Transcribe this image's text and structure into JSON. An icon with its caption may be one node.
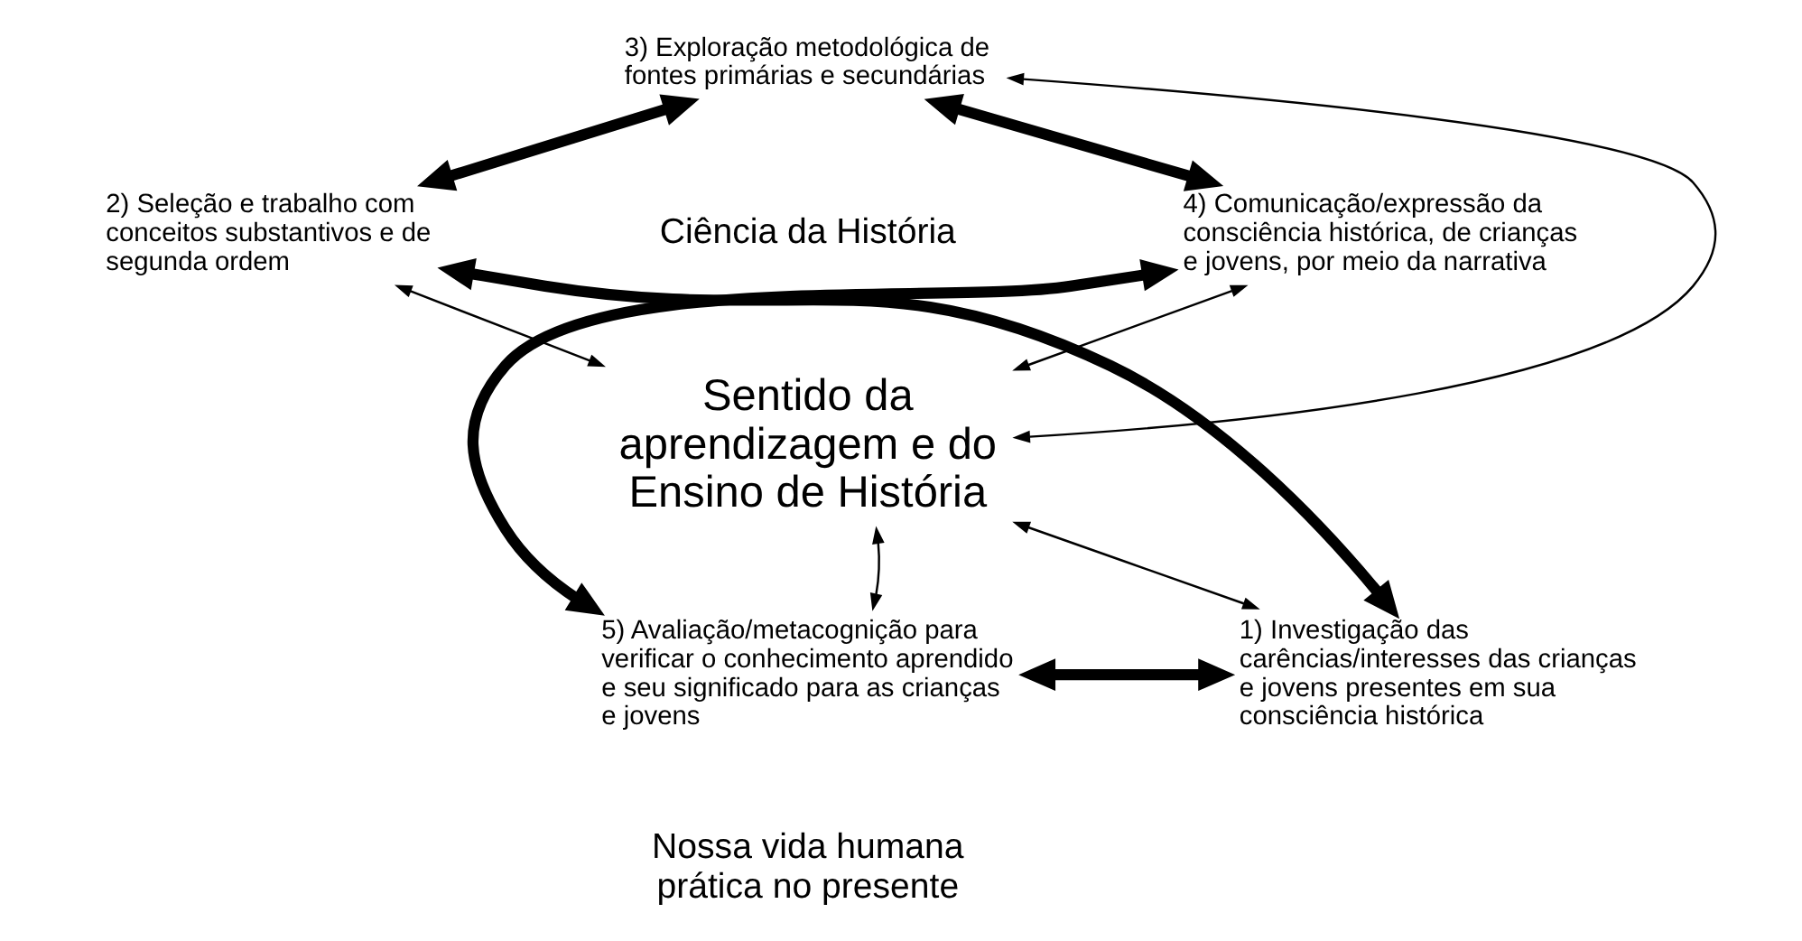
{
  "diagram": {
    "nodes": [
      {
        "text": [
          "3) Exploração metodológica de fontes primárias e secundárias"
        ]
      },
      {
        "text": [
          "2) Seleção e trabalho com conceitos substantivos e de segunda ordem"
        ]
      },
      {
        "text": [
          "4) Comunicação/expressão da consciência histórica, de crianças e jovens, por meio da narrativa"
        ]
      },
      {
        "text": [
          "Sentido da aprendizagem e do Ensino de História"
        ]
      },
      {
        "text": [
          "1) Investigação das carências/interesses das crianças e jovens presentes em sua consciência histórica"
        ]
      },
      {
        "text": [
          "5) Avaliação/metacognição para verificar o conhecimento aprendido e seu significado para as crianças e jovens"
        ]
      }
    ],
    "edges": [
      {
        "from": 1,
        "to": 0,
        "arrow": "both",
        "style": "thick"
      },
      {
        "from": 0,
        "to": 2,
        "arrow": "both",
        "style": "thick"
      },
      {
        "from": 1,
        "to": 4,
        "arrow": "both",
        "style": "thick"
      },
      {
        "from": 2,
        "to": 5,
        "arrow": "both",
        "style": "thick"
      },
      {
        "from": 4,
        "to": 5,
        "arrow": "both",
        "style": "thick"
      },
      {
        "from": 3,
        "to": 0,
        "arrow": "both"
      },
      {
        "from": 3,
        "to": 1,
        "arrow": "both"
      },
      {
        "from": 3,
        "to": 2,
        "arrow": "both"
      },
      {
        "from": 3,
        "to": 4,
        "arrow": "both"
      },
      {
        "from": 3,
        "to": 5,
        "arrow": "both"
      }
    ],
    "labels": [
      "Ciência da História",
      "Nossa vida humana prática no presente"
    ]
  }
}
